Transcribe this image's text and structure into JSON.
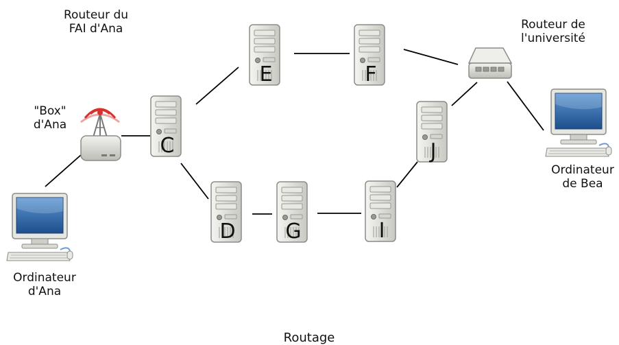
{
  "labels": {
    "isp_router": [
      "Routeur du",
      "FAI d'Ana"
    ],
    "box": [
      "\"Box\"",
      "d'Ana"
    ],
    "ana_computer": [
      "Ordinateur",
      "d'Ana"
    ],
    "uni_router": [
      "Routeur de",
      "l'université"
    ],
    "bea_computer": [
      "Ordinateur",
      "de Bea"
    ],
    "caption": "Routage"
  },
  "servers": [
    {
      "id": "C",
      "letter": "C"
    },
    {
      "id": "D",
      "letter": "D"
    },
    {
      "id": "E",
      "letter": "E"
    },
    {
      "id": "F",
      "letter": "F"
    },
    {
      "id": "G",
      "letter": "G"
    },
    {
      "id": "I",
      "letter": "I"
    },
    {
      "id": "J",
      "letter": "J"
    }
  ],
  "links": [
    [
      "ana",
      "box"
    ],
    [
      "box",
      "C"
    ],
    [
      "C",
      "E"
    ],
    [
      "C",
      "D"
    ],
    [
      "E",
      "F"
    ],
    [
      "F",
      "uni"
    ],
    [
      "uni",
      "J"
    ],
    [
      "uni",
      "bea"
    ],
    [
      "J",
      "I"
    ],
    [
      "D",
      "G"
    ],
    [
      "G",
      "I"
    ]
  ],
  "colors": {
    "line": "#000000",
    "server_body": "#d9d9d4",
    "server_edge": "#8c8c86",
    "screen": "#2f6fb5",
    "antenna_wave": "#d9302c"
  }
}
